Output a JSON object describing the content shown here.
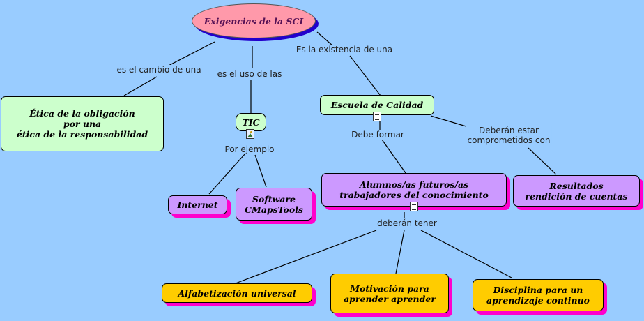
{
  "title": "Exigencias de la SCI",
  "nodes": {
    "etica": "Ética de la obligación\npor una\nética de la responsabilidad",
    "tic": "TIC",
    "escuela": "Escuela de Calidad",
    "internet": "Internet",
    "software": "Software\nCMapsTools",
    "alumnos": "Alumnos/as futuros/as\ntrabajadores del conocimiento",
    "resultados": "Resultados\nrendición de cuentas",
    "alfabetizacion": "Alfabetización universal",
    "motivacion": "Motivación para\naprender aprender",
    "disciplina": "Disciplina para un\naprendizaje continuo"
  },
  "links": {
    "cambio": "es el cambio de una",
    "uso": "es el uso de las",
    "existencia": "Es la existencia de una",
    "ejemplo": "Por ejemplo",
    "formar": "Debe formar",
    "comprometidos": "Deberán estar\ncomprometidos con",
    "tener": "deberán tener"
  },
  "colors": {
    "background": "#99ccff",
    "title_fill": "#ff99aa",
    "title_shadow": "#2200cc",
    "green_node": "#ccffcc",
    "purple_node": "#cc99ff",
    "orange_node": "#ffcc00",
    "node_shadow": "#ff00cc"
  },
  "icons": {
    "escuela": "document-icon",
    "tic": "image-icon",
    "alumnos": "document-icon"
  }
}
